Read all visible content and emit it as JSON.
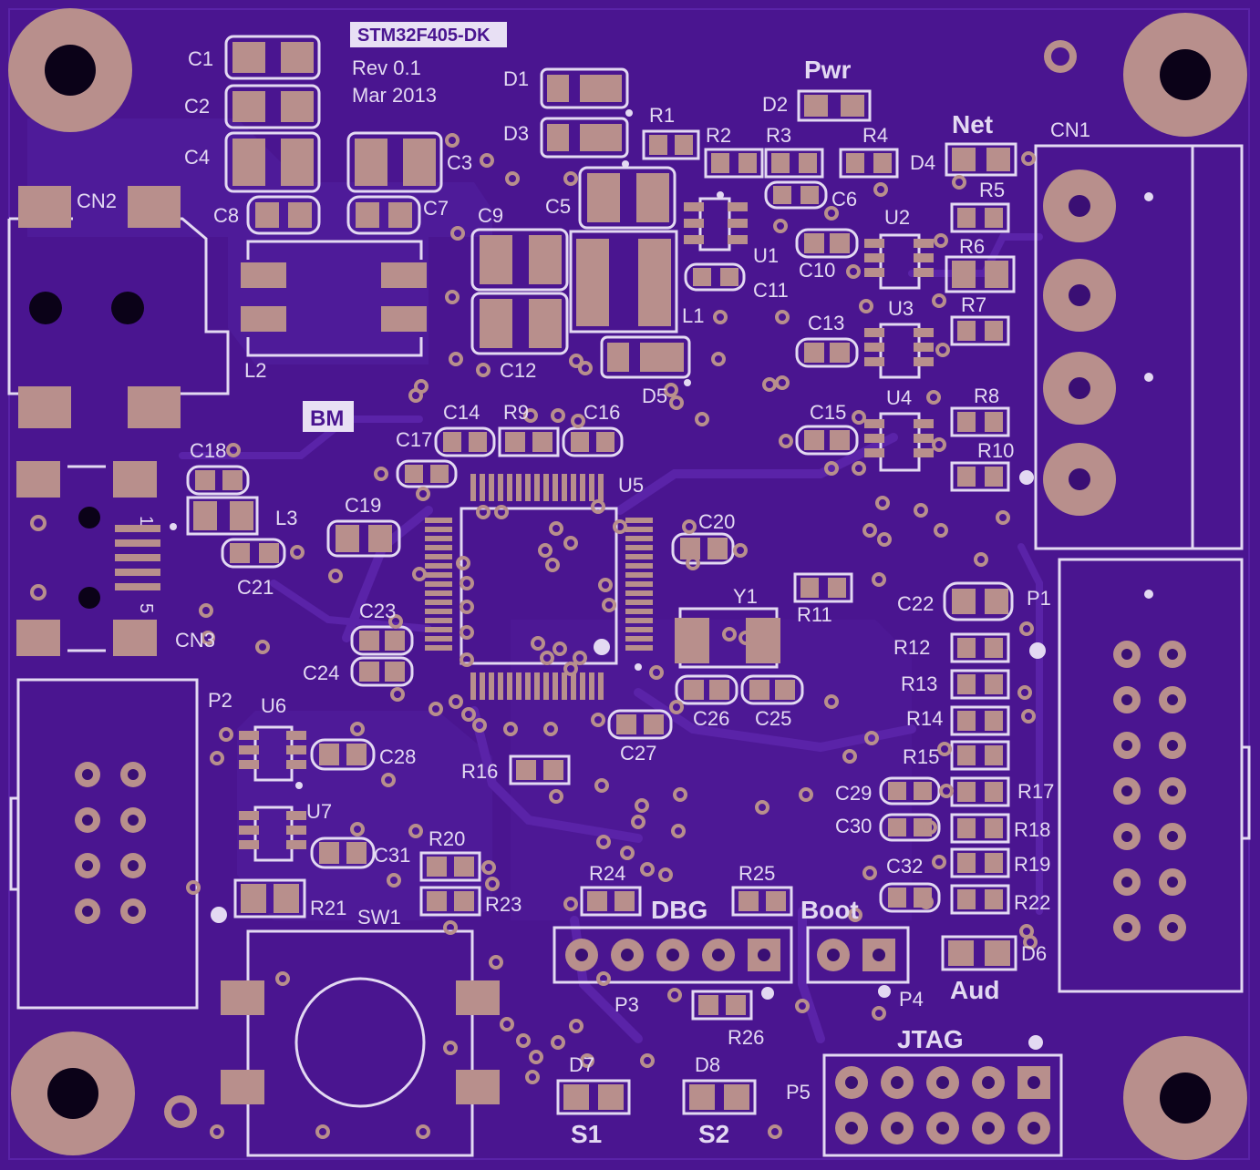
{
  "board": {
    "name": "STM32F405-DK",
    "revision": "Rev 0.1",
    "date": "Mar 2013",
    "logo": "BM"
  },
  "colors": {
    "substrate": "#4a1590",
    "copper": "#5a23a8",
    "pad": "#b88f8c",
    "silkscreen": "#e3d9f2",
    "hole": "#0b0218"
  },
  "labels": {
    "pwr": "Pwr",
    "net": "Net",
    "aud": "Aud",
    "dbg": "DBG",
    "boot": "Boot",
    "jtag": "JTAG",
    "s1": "S1",
    "s2": "S2",
    "c1": "C1",
    "c2": "C2",
    "c3": "C3",
    "c4": "C4",
    "c5": "C5",
    "c6": "C6",
    "c7": "C7",
    "c8": "C8",
    "c9": "C9",
    "c10": "C10",
    "c11": "C11",
    "c12": "C12",
    "c13": "C13",
    "c14": "C14",
    "c15": "C15",
    "c16": "C16",
    "c17": "C17",
    "c18": "C18",
    "c19": "C19",
    "c20": "C20",
    "c21": "C21",
    "c22": "C22",
    "c23": "C23",
    "c24": "C24",
    "c25": "C25",
    "c26": "C26",
    "c27": "C27",
    "c28": "C28",
    "c29": "C29",
    "c30": "C30",
    "c31": "C31",
    "c32": "C32",
    "r1": "R1",
    "r2": "R2",
    "r3": "R3",
    "r4": "R4",
    "r5": "R5",
    "r6": "R6",
    "r7": "R7",
    "r8": "R8",
    "r9": "R9",
    "r10": "R10",
    "r11": "R11",
    "r12": "R12",
    "r13": "R13",
    "r14": "R14",
    "r15": "R15",
    "r16": "R16",
    "r17": "R17",
    "r18": "R18",
    "r19": "R19",
    "r20": "R20",
    "r21": "R21",
    "r22": "R22",
    "r23": "R23",
    "r24": "R24",
    "r25": "R25",
    "r26": "R26",
    "d1": "D1",
    "d2": "D2",
    "d3": "D3",
    "d4": "D4",
    "d5": "D5",
    "d6": "D6",
    "d7": "D7",
    "d8": "D8",
    "u1": "U1",
    "u2": "U2",
    "u3": "U3",
    "u4": "U4",
    "u5": "U5",
    "u6": "U6",
    "u7": "U7",
    "l1": "L1",
    "l2": "L2",
    "l3": "L3",
    "y1": "Y1",
    "cn1": "CN1",
    "cn2": "CN2",
    "cn3": "CN3",
    "p1": "P1",
    "p2": "P2",
    "p3": "P3",
    "p4": "P4",
    "p5": "P5",
    "sw1": "SW1",
    "pin1": "1",
    "pin5": "5"
  }
}
